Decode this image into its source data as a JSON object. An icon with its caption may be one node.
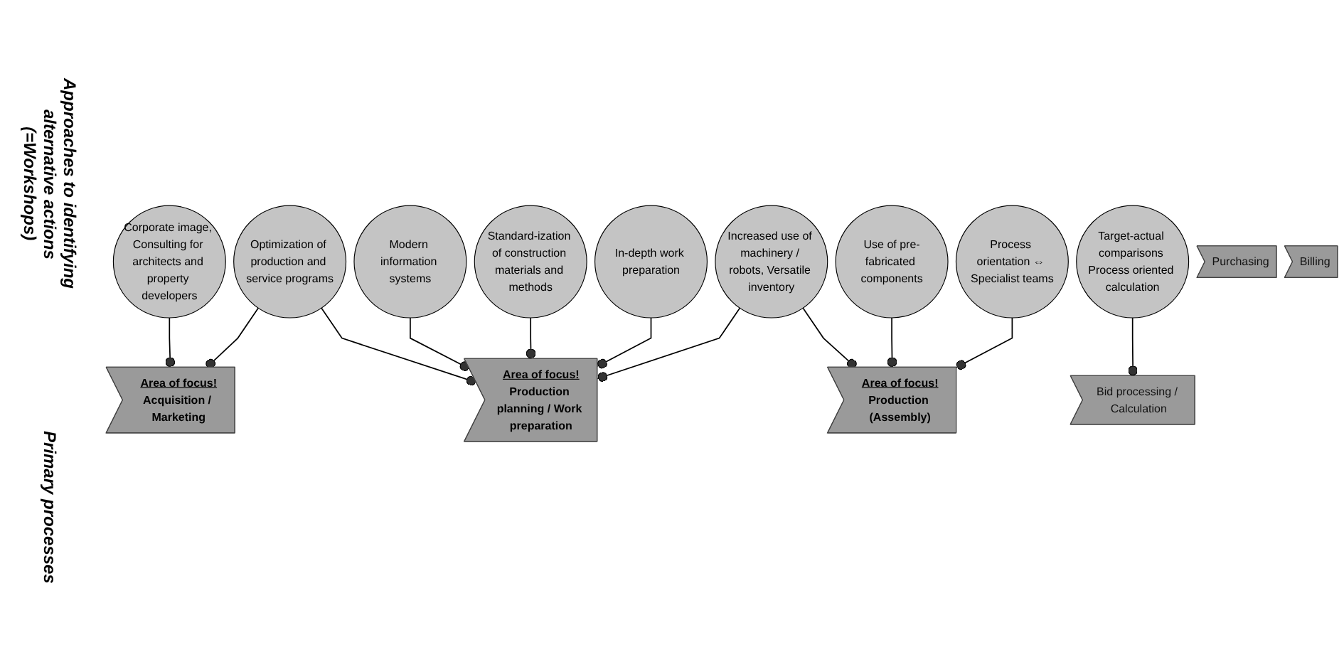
{
  "diagram": {
    "nodes": [
      {
        "text": [
          "Corporate image, Consulting for architects and property developers"
        ]
      },
      {
        "text": [
          "Optimization of production and service programs"
        ]
      },
      {
        "text": [
          "Standard-ization of construction materials and methods"
        ]
      },
      {
        "text": [
          "Increased use of machinery / robots, Versatile inventory"
        ]
      },
      {
        "text": [
          "Use of pre-fabricated components"
        ]
      },
      {
        "text": [
          "Target-actual comparisons Process oriented calculation"
        ]
      },
      {
        "text": [
          "Modern information systems"
        ]
      },
      {
        "text": [
          "In-depth work preparation"
        ]
      },
      {
        "text": [
          "Process orientation ⇔ Specialist teams"
        ]
      },
      {
        "text": [
          "Area of focus!",
          "Acquisition / Marketing"
        ]
      },
      {
        "text": [
          "Bid processing / Calculation"
        ]
      },
      {
        "text": [
          "Area of focus!",
          "Production planning / Work preparation"
        ]
      },
      {
        "text": [
          "Purchasing"
        ]
      },
      {
        "text": [
          "Area of focus!",
          "Production (Assembly)"
        ]
      },
      {
        "text": [
          "Billing"
        ]
      }
    ],
    "edges": [
      {
        "from": 0,
        "to": 9,
        "arrow": "other"
      },
      {
        "from": 1,
        "to": 9,
        "arrow": "other"
      },
      {
        "from": 1,
        "to": 11,
        "arrow": "other"
      },
      {
        "from": 5,
        "to": 10,
        "arrow": "other"
      },
      {
        "from": 6,
        "to": 11,
        "arrow": "other"
      },
      {
        "from": 2,
        "to": 11,
        "arrow": "other"
      },
      {
        "from": 7,
        "to": 11,
        "arrow": "other"
      },
      {
        "from": 3,
        "to": 11,
        "arrow": "other"
      },
      {
        "from": 3,
        "to": 13,
        "arrow": "other"
      },
      {
        "from": 4,
        "to": 13,
        "arrow": "other"
      },
      {
        "from": 8,
        "to": 13,
        "arrow": "other"
      }
    ],
    "labels": [
      "Approaches to identifying alternative actions (=Workshops)",
      "Primary processes"
    ]
  }
}
